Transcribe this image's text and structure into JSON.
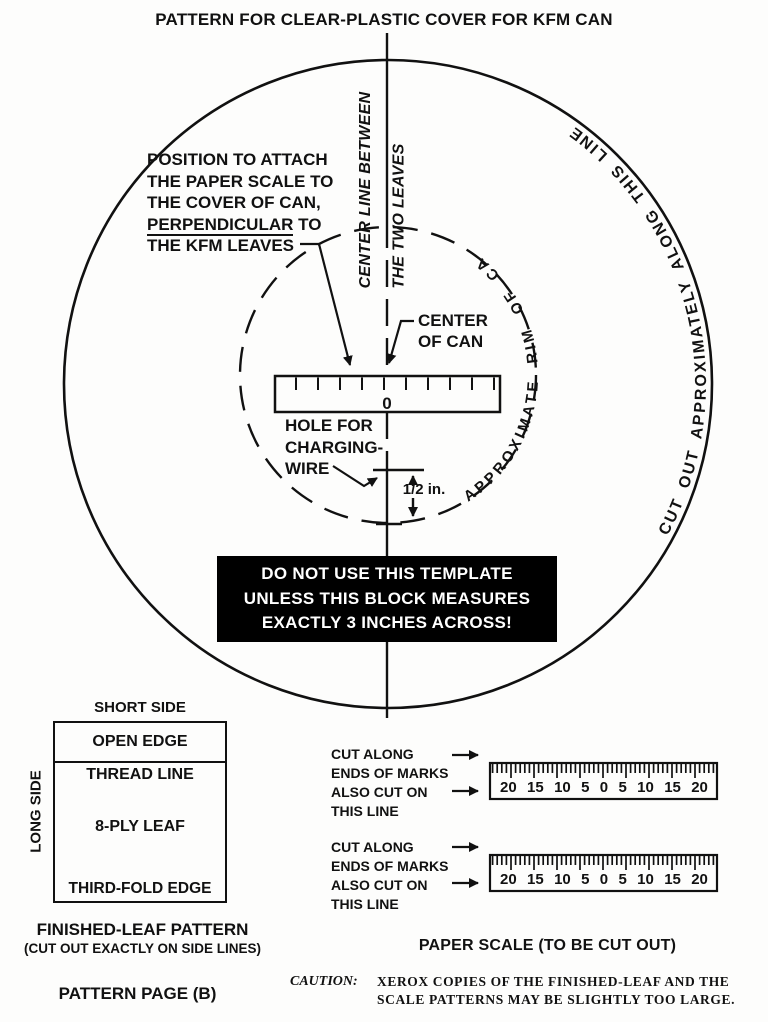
{
  "page_title": "PATTERN FOR CLEAR-PLASTIC COVER FOR KFM CAN",
  "circle_labels": {
    "cut_out": "CUT OUT APPROXIMATELY ALONG THIS LINE",
    "rim": "APPROXIMATE RIM OF CAN",
    "center_line_left": "CENTER LINE BETWEEN",
    "center_line_right": "THE TWO LEAVES"
  },
  "annotations": {
    "position_note": {
      "line1": "POSITION TO ATTACH",
      "line2": "THE PAPER SCALE TO",
      "line3": "THE COVER OF CAN,",
      "line4_underlined": "PERPENDICULAR",
      "line4_rest": " TO",
      "line5": "THE KFM LEAVES"
    },
    "center_of_can": {
      "line1": "CENTER",
      "line2": "OF CAN"
    },
    "hole": {
      "line1": "HOLE FOR",
      "line2": "CHARGING-",
      "line3": "WIRE"
    },
    "half_inch": "1/2 in.",
    "ruler_zero": "0"
  },
  "warning_block": {
    "line1": "DO NOT USE THIS TEMPLATE",
    "line2": "UNLESS THIS BLOCK MEASURES",
    "line3": "EXACTLY 3 INCHES ACROSS!"
  },
  "leaf_pattern": {
    "short_side": "SHORT SIDE",
    "long_side": "LONG SIDE",
    "open_edge": "OPEN EDGE",
    "thread_line": "THREAD LINE",
    "ply_leaf": "8-PLY LEAF",
    "third_fold": "THIRD-FOLD EDGE",
    "title": "FINISHED-LEAF PATTERN",
    "subtitle": "(CUT OUT EXACTLY ON SIDE LINES)",
    "page_label": "PATTERN PAGE (B)"
  },
  "paper_scale": {
    "instr": {
      "line1": "CUT ALONG",
      "line2": "ENDS OF MARKS",
      "line3": "ALSO CUT ON",
      "line4": "THIS LINE"
    },
    "numbers": [
      "20",
      "15",
      "10",
      "5",
      "0",
      "5",
      "10",
      "15",
      "20"
    ],
    "caption": "PAPER SCALE (TO BE CUT OUT)"
  },
  "caution": {
    "label": "CAUTION:",
    "line1": "XEROX COPIES OF THE FINISHED-LEAF AND THE",
    "line2": "SCALE PATTERNS MAY BE SLIGHTLY TOO LARGE."
  },
  "colors": {
    "ink": "#111111",
    "paper": "#fdfdfc"
  }
}
